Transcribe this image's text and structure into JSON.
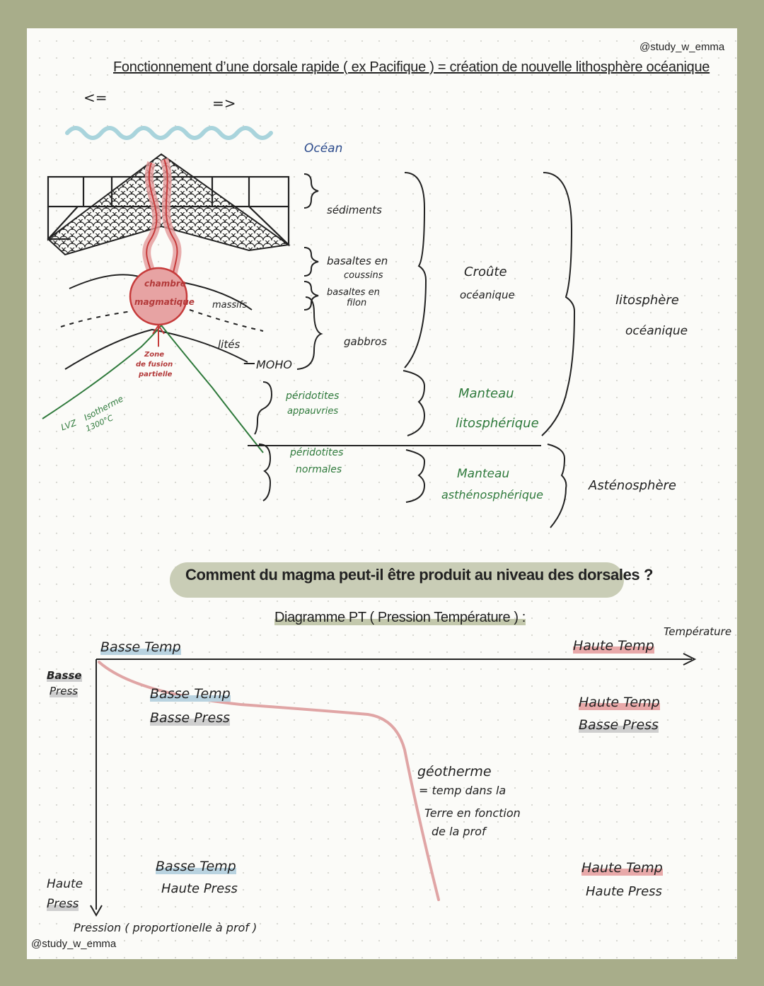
{
  "header": {
    "handle_top": "@study_w_emma",
    "title": "Fonctionnement d’une dorsale rapide ( ex Pacifique ) = création de nouvelle lithosphère océanique",
    "handle_bottom": "@study_w_emma"
  },
  "ridge_diagram": {
    "arrow_left": "<=",
    "arrow_right": "=>",
    "ocean": "Océan",
    "magma_chamber_line1": "chambre",
    "magma_chamber_line2": "magmatique",
    "massifs": "massifs",
    "lites": "lités",
    "moho": "MOHO",
    "partial_melt_line1": "Zone",
    "partial_melt_line2": "de fusion",
    "partial_melt_line3": "partielle",
    "lvz": "LVZ",
    "isotherm_line1": "Isotherme",
    "isotherm_line2": "1300°C"
  },
  "layers": {
    "sediments": "sédiments",
    "pillow_basalts_line1": "basaltes en",
    "pillow_basalts_line2": "coussins",
    "dike_basalts_line1": "basaltes en",
    "dike_basalts_line2": "filon",
    "gabbros": "gabbros",
    "depleted_peridotites_line1": "péridotites",
    "depleted_peridotites_line2": "appauvries",
    "normal_peridotites_line1": "péridotites",
    "normal_peridotites_line2": "normales",
    "oceanic_crust_line1": "Croûte",
    "oceanic_crust_line2": "océanique",
    "lithospheric_mantle_line1": "Manteau",
    "lithospheric_mantle_line2": "litosphérique",
    "asthenospheric_mantle_line1": "Manteau",
    "asthenospheric_mantle_line2": "asthénosphérique",
    "lithosphere_line1": "litosphère",
    "lithosphere_line2": "océanique",
    "asthenosphere": "Asténosphère"
  },
  "question": "Comment du magma peut-il être produit au niveau des dorsales ?",
  "pt_diagram": {
    "title": "Diagramme PT ( Pression Température ) :",
    "x_axis_label": "Température",
    "y_axis_label": "Pression ( proportionelle à prof )",
    "top_left": "Basse Temp",
    "top_right": "Haute Temp",
    "left_top_line1": "Basse",
    "left_top_line2": "Press",
    "left_bottom_line1": "Haute",
    "left_bottom_line2": "Press",
    "q_tl_temp": "Basse Temp",
    "q_tl_press": "Basse Press",
    "q_tr_temp": "Haute Temp",
    "q_tr_press": "Basse Press",
    "q_bl_temp": "Basse Temp",
    "q_bl_press": "Haute Press",
    "q_br_temp": "Haute Temp",
    "q_br_press": "Haute Press",
    "geotherm_title": "géotherme",
    "geotherm_line1": "= temp dans la",
    "geotherm_line2": "Terre en fonction",
    "geotherm_line3": "de la prof"
  },
  "colors": {
    "magma": "#c63b3b",
    "geotherm": "#e0a5a5",
    "wave": "#a9d4dc",
    "band": "#c9cdb6"
  }
}
